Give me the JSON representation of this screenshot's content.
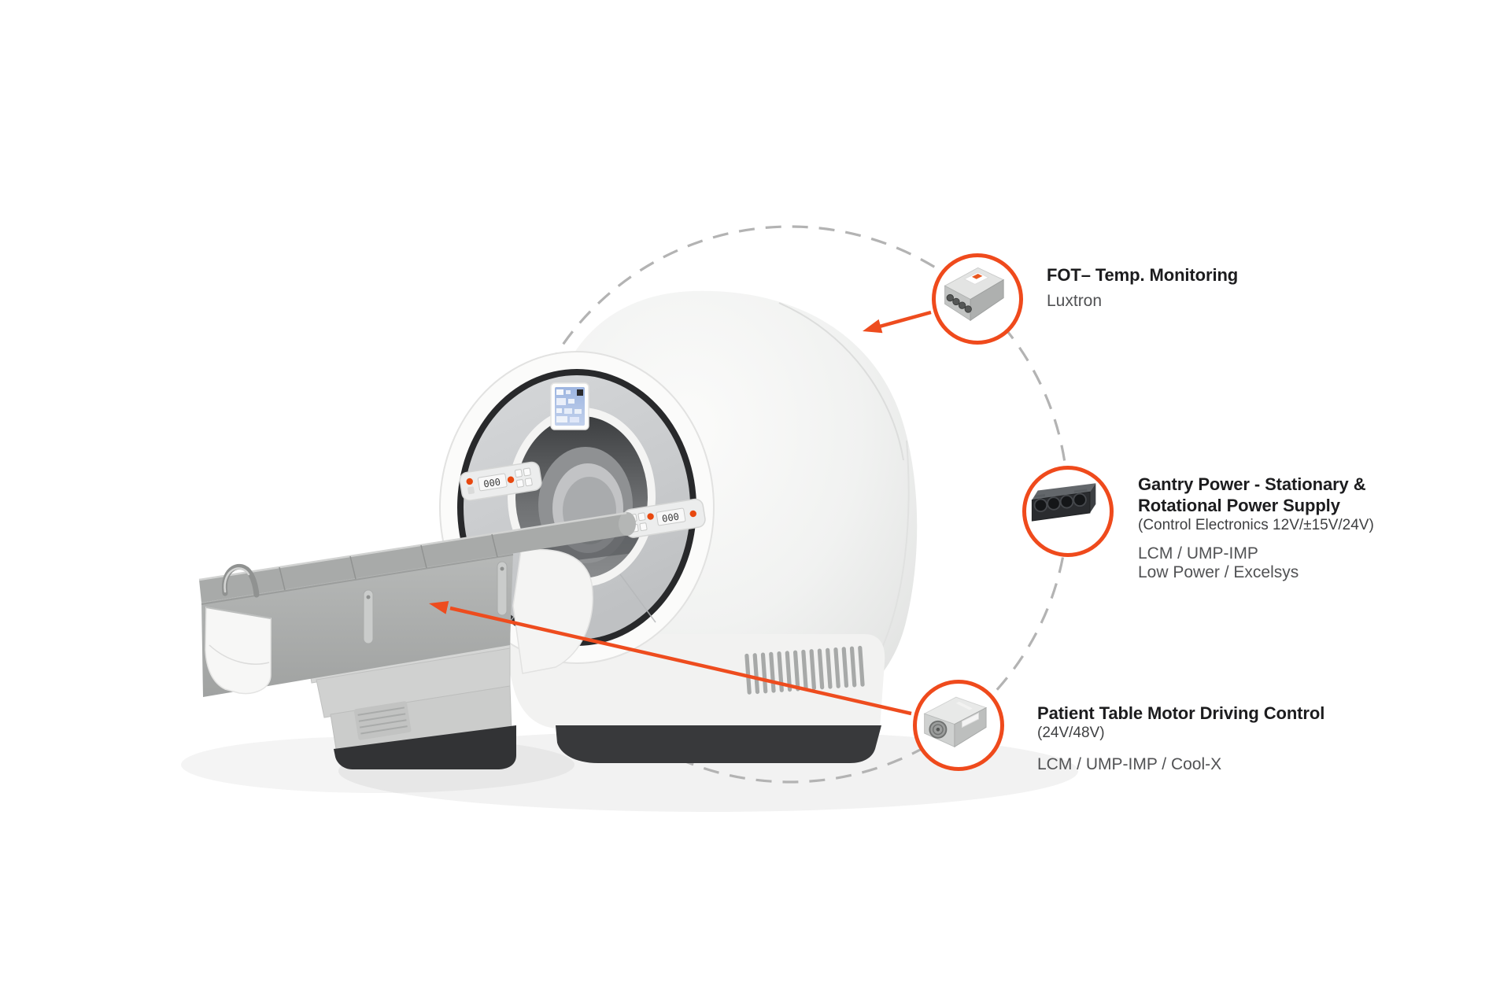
{
  "diagram": {
    "subject": "MRI scanner power components annotated diagram",
    "accent_color": "#EF4A1C",
    "dashed_ring_color": "#B3B3B3",
    "machine": {
      "kind": "MRI scanner with patient table",
      "gantry_display_left": "000",
      "gantry_display_right": "000"
    },
    "callouts": [
      {
        "id": "fot-temp-monitoring",
        "icon": "temperature-monitoring-module-photo",
        "title_lines": [
          "FOT– Temp. Monitoring"
        ],
        "detail_lines": [],
        "product_lines": [
          "Luxtron"
        ]
      },
      {
        "id": "gantry-power",
        "icon": "rack-power-supply-photo",
        "title_lines": [
          "Gantry Power - Stationary &",
          "Rotational Power Supply"
        ],
        "detail_lines": [
          "(Control Electronics 12V/±15V/24V)"
        ],
        "product_lines": [
          "LCM / UMP-IMP",
          "Low Power / Excelsys"
        ]
      },
      {
        "id": "patient-table-motor",
        "icon": "power-supply-module-photo",
        "title_lines": [
          "Patient Table Motor Driving Control"
        ],
        "detail_lines": [
          "(24V/48V)"
        ],
        "product_lines": [
          "LCM / UMP-IMP / Cool-X"
        ]
      }
    ]
  }
}
